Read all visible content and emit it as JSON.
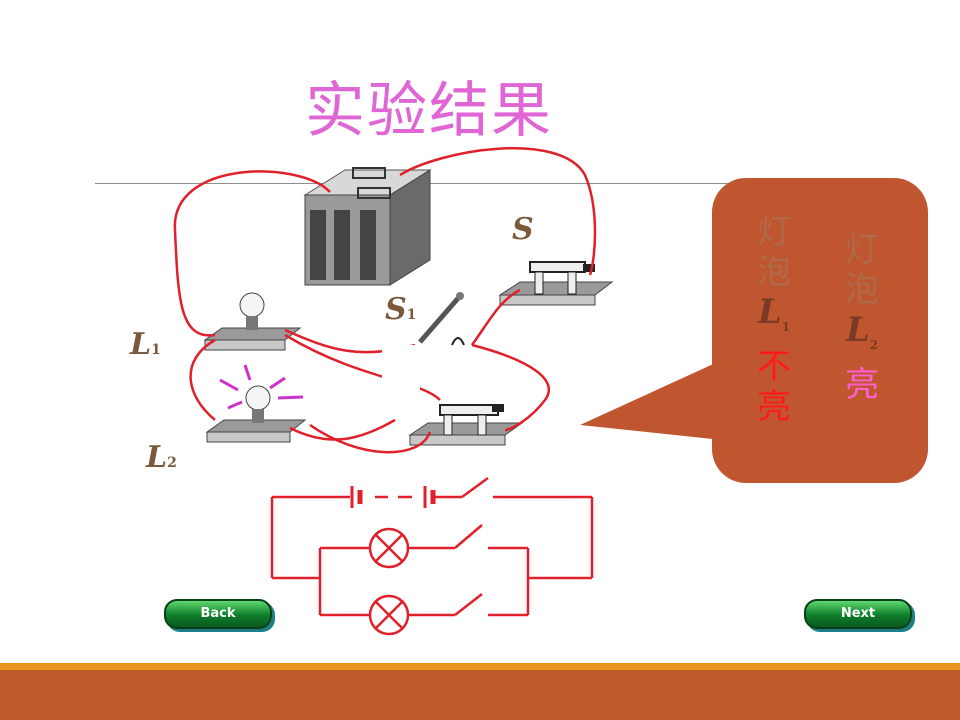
{
  "title": "实验结果",
  "labels": {
    "s": {
      "letter": "S",
      "sub": ""
    },
    "s1": {
      "letter": "S",
      "sub": "1"
    },
    "l1": {
      "letter": "L",
      "sub": "1"
    },
    "l2": {
      "letter": "L",
      "sub": "2"
    }
  },
  "bubble": {
    "left_col": {
      "word1": "灯",
      "word2": "泡",
      "letter": "L",
      "sub": "1",
      "word3": "不",
      "word4": "亮"
    },
    "right_col": {
      "word1": "灯",
      "word2": "泡",
      "letter": "L",
      "sub": "2",
      "word3": "亮"
    }
  },
  "nav": {
    "back_label": "Back",
    "next_label": "Next"
  },
  "colors": {
    "title": "#e066d6",
    "wire": "#e0202a",
    "bubble": "#c0562f",
    "bubble_text_dim": "#b06a4a",
    "not_lit": "#ff1a1a",
    "lit": "#ff5fd0",
    "footer": "#bf5a2c",
    "footer_line": "#e8951e"
  }
}
